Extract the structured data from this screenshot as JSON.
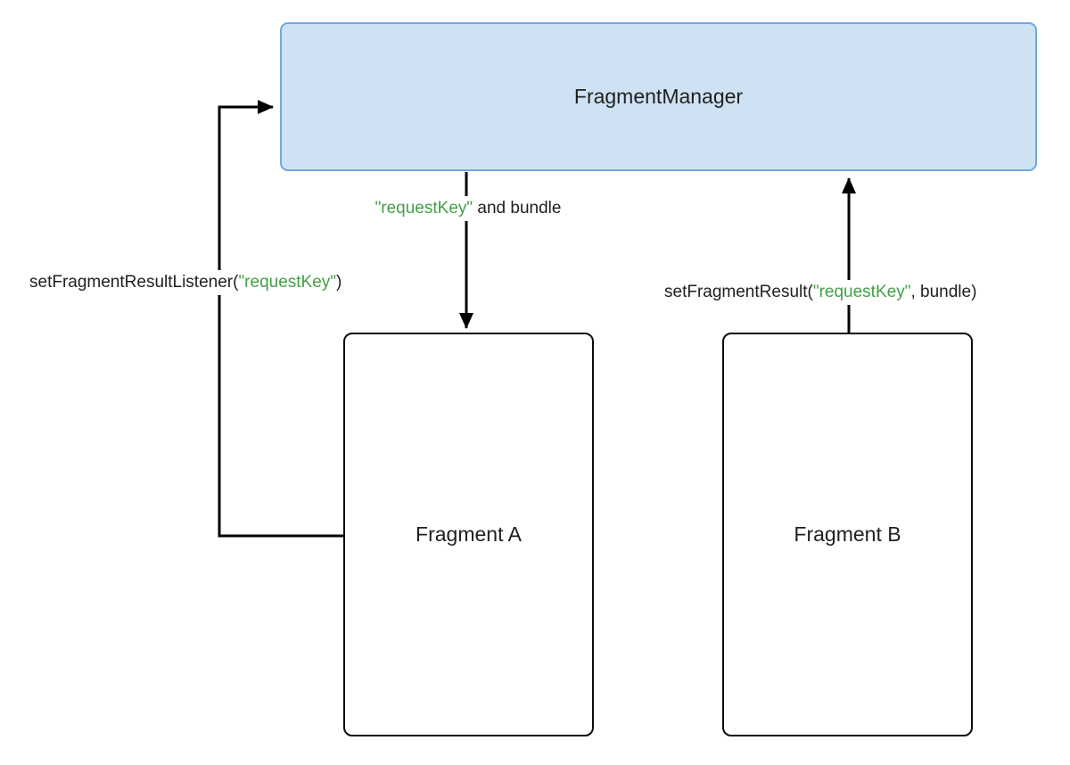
{
  "nodes": {
    "fragment_manager": {
      "label": "FragmentManager"
    },
    "fragment_a": {
      "label": "Fragment A"
    },
    "fragment_b": {
      "label": "Fragment B"
    }
  },
  "edges": {
    "set_listener": {
      "prefix": "setFragmentResultListener(",
      "key": "\"requestKey\"",
      "suffix": ")"
    },
    "deliver_result": {
      "prefix": "",
      "key": "\"requestKey\"",
      "suffix": " and bundle"
    },
    "set_result": {
      "prefix": "setFragmentResult(",
      "key": "\"requestKey\"",
      "suffix": ", bundle)"
    }
  },
  "colors": {
    "request_key_green": "#43a047",
    "manager_fill": "#cfe2f3",
    "manager_border": "#6fa8dc",
    "fragment_border": "#0d0d0d",
    "arrow_line": "#000000"
  }
}
